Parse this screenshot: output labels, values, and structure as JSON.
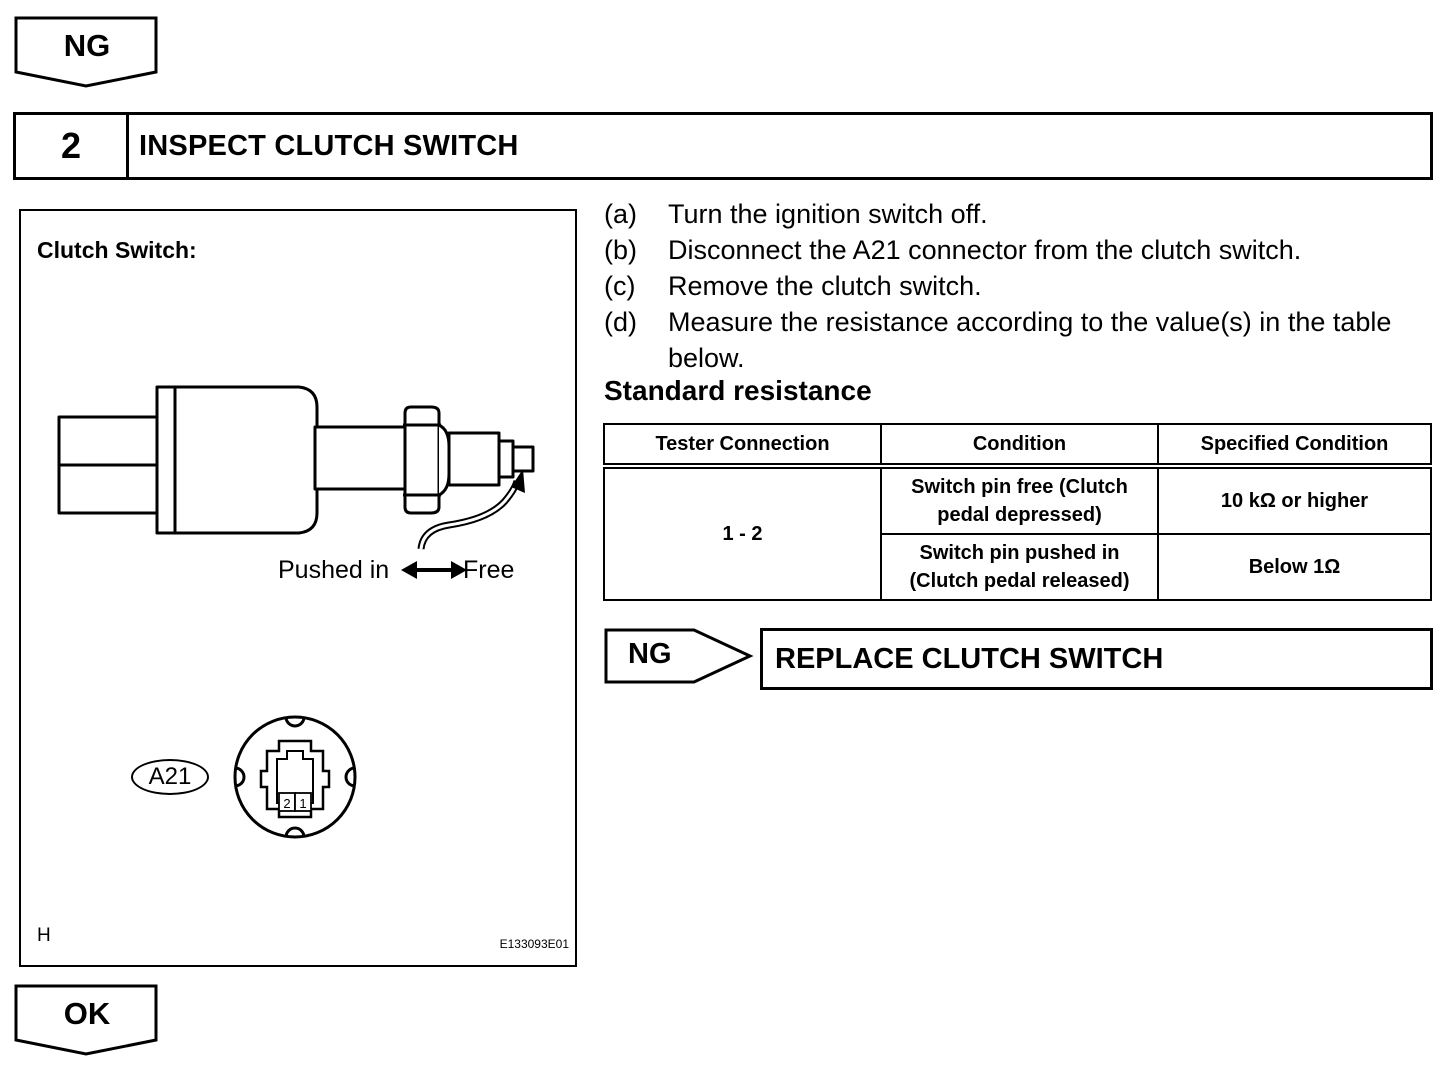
{
  "flow_top": {
    "label": "NG"
  },
  "step": {
    "number": "2",
    "title": "INSPECT CLUTCH SWITCH"
  },
  "figure": {
    "title": "Clutch Switch:",
    "motion_left": "Pushed in",
    "motion_right": "Free",
    "connector_id": "A21",
    "pin_2": "2",
    "pin_1": "1",
    "corner_mark": "H",
    "figure_code": "E133093E01"
  },
  "instructions": [
    {
      "letter": "(a)",
      "text": "Turn the ignition switch off."
    },
    {
      "letter": "(b)",
      "text": "Disconnect the A21 connector from the clutch switch."
    },
    {
      "letter": "(c)",
      "text": "Remove the clutch switch."
    },
    {
      "letter": "(d)",
      "text": "Measure the resistance according to the value(s) in the table below."
    }
  ],
  "standard_title": "Standard resistance",
  "table": {
    "headers": [
      "Tester Connection",
      "Condition",
      "Specified Condition"
    ],
    "connection": "1 - 2",
    "rows": [
      {
        "condition": "Switch pin free (Clutch pedal depressed)",
        "specified": "10 kΩ or higher"
      },
      {
        "condition": "Switch pin pushed in (Clutch pedal released)",
        "specified": "Below 1Ω"
      }
    ]
  },
  "ng_result": {
    "label": "NG",
    "action": "REPLACE CLUTCH SWITCH"
  },
  "flow_bottom": {
    "label": "OK"
  }
}
